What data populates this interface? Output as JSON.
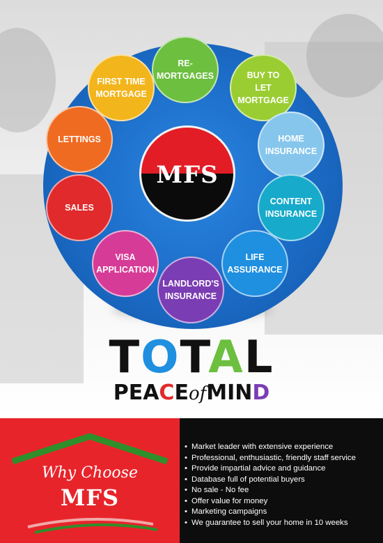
{
  "hub": {
    "label": "MFS",
    "colors": {
      "top": "#e21d26",
      "bottom": "#0b0b0b"
    }
  },
  "services": [
    {
      "label": "RE-\nMORTGAGES",
      "color": "#6cbf3f"
    },
    {
      "label": "BUY TO\nLET\nMORTGAGE",
      "color": "#9acd32"
    },
    {
      "label": "HOME\nINSURANCE",
      "color": "#87c6ec"
    },
    {
      "label": "CONTENT\nINSURANCE",
      "color": "#17aacb"
    },
    {
      "label": "LIFE\nASSURANCE",
      "color": "#1f8fe0"
    },
    {
      "label": "LANDLORD'S\nINSURANCE",
      "color": "#7b3db3"
    },
    {
      "label": "VISA\nAPPLICATION",
      "color": "#d63b97"
    },
    {
      "label": "SALES",
      "color": "#e02a2c"
    },
    {
      "label": "LETTINGS",
      "color": "#ef6b22"
    },
    {
      "label": "FIRST TIME\nMORTGAGE",
      "color": "#f2b51c"
    }
  ],
  "headline": {
    "line1": [
      "T",
      "O",
      "T",
      "A",
      "L"
    ],
    "line2": [
      "P",
      "E",
      "A",
      "C",
      "E",
      "of",
      "M",
      "I",
      "N",
      "D"
    ],
    "accent_colors": [
      "#111111",
      "#1f8fe0",
      "#111111",
      "#6cbf3f",
      "#111111"
    ]
  },
  "why_choose": {
    "script_text": "Why Choose",
    "logo_text": "MFS",
    "bullets": [
      "Market leader with extensive experience",
      "Professional, enthusiastic, friendly staff service",
      "Provide impartial advice and guidance",
      "Database full of potential buyers",
      "No sale - No fee",
      "Offer value for money",
      "Marketing campaigns",
      "We guarantee to sell your home in 10 weeks"
    ]
  }
}
